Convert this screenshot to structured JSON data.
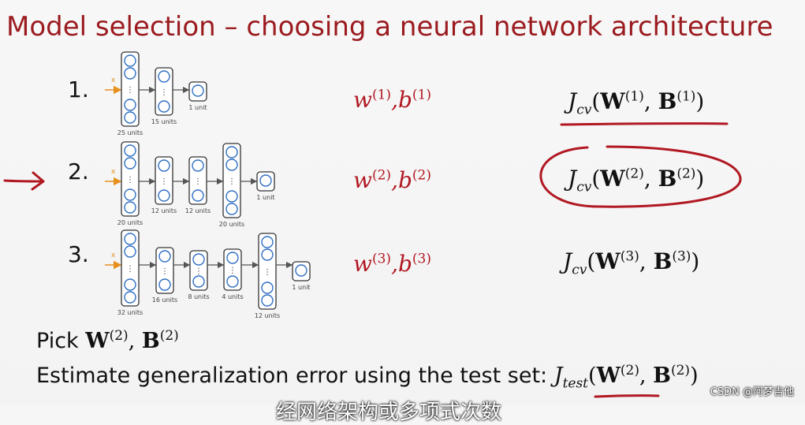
{
  "slide": {
    "title": "Model selection – choosing a neural network architecture",
    "rows": [
      {
        "number": "1.",
        "layers": [
          "25 units",
          "15 units",
          "1 unit"
        ],
        "params_w": "w",
        "params_b": "b",
        "params_idx": "(1)",
        "cost_idx": "(1)"
      },
      {
        "number": "2.",
        "layers": [
          "20 units",
          "12 units",
          "12 units",
          "20 units",
          "1 unit"
        ],
        "params_w": "w",
        "params_b": "b",
        "params_idx": "(2)",
        "cost_idx": "(2)"
      },
      {
        "number": "3.",
        "layers": [
          "32 units",
          "16 units",
          "8 units",
          "4 units",
          "12 units",
          "1 unit"
        ],
        "params_w": "w",
        "params_b": "b",
        "params_idx": "(3)",
        "cost_idx": "(3)"
      }
    ],
    "input_label": "x",
    "cost_symbol": "J",
    "cost_sub": "cv",
    "W": "W",
    "B": "B",
    "pick_text": "Pick",
    "pick_idx": "(2)",
    "estimate_text": "Estimate generalization error using the test set:",
    "test_sub": "test",
    "test_idx": "(2)",
    "watermark": "CSDN @阿梦吉他",
    "caption_partial": "经网络架构或多项式次数",
    "annotation_color": "#b11822",
    "title_color": "#9b1b1f"
  }
}
